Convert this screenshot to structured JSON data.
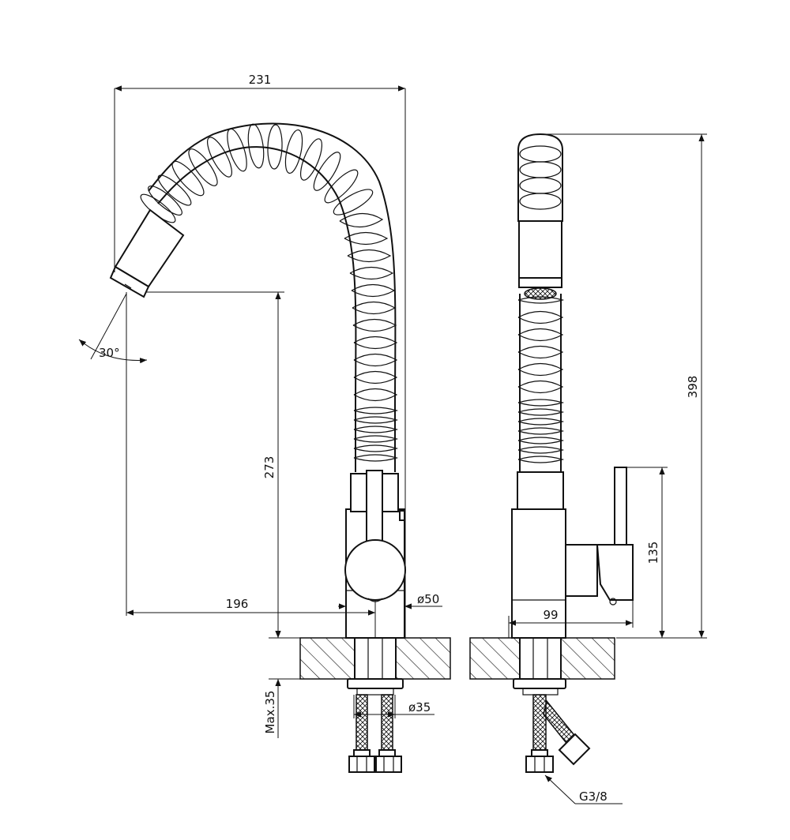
{
  "drawing": {
    "dim_overall_width": "231",
    "dim_spout_height": "273",
    "dim_reach": "196",
    "dim_angle": "30°",
    "dim_body_diameter": "ø50",
    "dim_shank_diameter": "ø35",
    "dim_max_thickness": "Max.35",
    "dim_total_height": "398",
    "dim_lever_height": "135",
    "dim_lever_reach": "99",
    "dim_connection": "G3/8"
  }
}
